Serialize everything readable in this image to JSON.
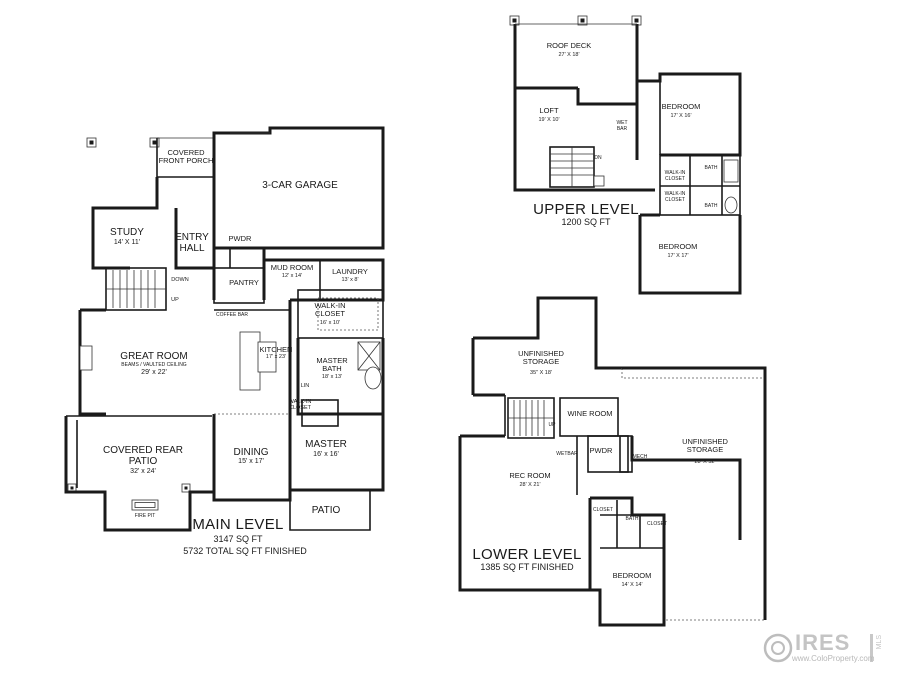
{
  "main_level": {
    "title": "MAIN LEVEL",
    "sq_ft": "3147 SQ FT",
    "total": "5732 TOTAL SQ FT FINISHED",
    "rooms": {
      "porch": "COVERED\nFRONT PORCH",
      "garage": "3-CAR GARAGE",
      "study": "STUDY",
      "study_dim": "14' X 11'",
      "entry": "ENTRY\nHALL",
      "pwdr": "PWDR",
      "mud": "MUD ROOM",
      "mud_dim": "12' x 14'",
      "laundry": "LAUNDRY",
      "laundry_dim": "13' x 8'",
      "pantry": "PANTRY",
      "closet": "WALK-IN\nCLOSET",
      "closet_dim": "16' x 10'",
      "down": "DOWN",
      "up": "UP",
      "coffee": "COFFEE BAR",
      "great": "GREAT ROOM",
      "great_note": "BEAMS / VAULTED CEILING",
      "great_dim": "29' x 22'",
      "kitchen": "KITCHEN",
      "kitchen_dim": "17' x 23'",
      "master_bath": "MASTER\nBATH",
      "master_bath_dim": "18' x 13'",
      "lin": "LIN",
      "walkin2": "WALK-IN\nCLOSET",
      "patio_cov": "COVERED REAR\nPATIO",
      "patio_cov_dim": "32' x 24'",
      "fire": "FIRE PIT",
      "dining": "DINING",
      "dining_dim": "15' x 17'",
      "master": "MASTER",
      "master_dim": "16' x 16'",
      "patio": "PATIO"
    }
  },
  "upper_level": {
    "title": "UPPER LEVEL",
    "sq_ft": "1200 SQ FT",
    "rooms": {
      "roof": "ROOF DECK",
      "roof_dim": "27' X 18'",
      "loft": "LOFT",
      "loft_dim": "19' X 10'",
      "wetbar": "WET\nBAR",
      "dn": "DN",
      "bed1": "BEDROOM",
      "bed1_dim": "17' X 16'",
      "bath1": "BATH",
      "closet1": "WALK-IN\nCLOSET",
      "closet2": "WALK-IN\nCLOSET",
      "bath2": "BATH",
      "bed2": "BEDROOM",
      "bed2_dim": "17' X 17'"
    }
  },
  "lower_level": {
    "title": "LOWER LEVEL",
    "sq_ft": "1385 SQ FT FINISHED",
    "rooms": {
      "unf1": "UNFINISHED\nSTORAGE",
      "unf1_dim": "35\" X 18'",
      "up": "UP",
      "wine": "WINE ROOM",
      "wetbar": "WETBAR",
      "pwdr": "PWDR",
      "mech": "MECH",
      "unf2": "UNFINISHED\nSTORAGE",
      "unf2_dim": "28' X 52'",
      "rec": "REC ROOM",
      "rec_dim": "28' X 21'",
      "closet_a": "CLOSET",
      "bath": "BATH",
      "closet_b": "CLOSET",
      "bed": "BEDROOM",
      "bed_dim": "14' X 14'"
    }
  },
  "watermark": {
    "logo": "IRES",
    "url": "www.ColoProperty.com",
    "mls": "MLS"
  }
}
